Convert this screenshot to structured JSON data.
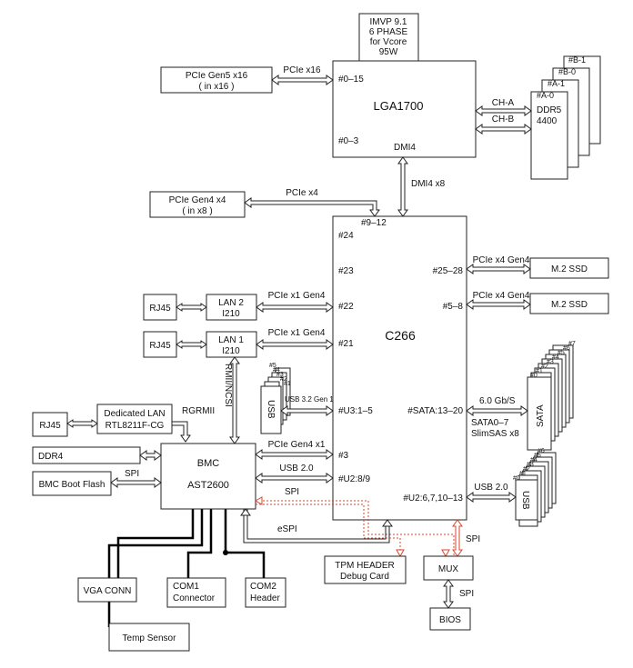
{
  "imvp": {
    "l1": "IMVP 9.1",
    "l2": "6 PHASE",
    "l3": "for Vcore",
    "l4": "95W"
  },
  "cpu": {
    "name": "LGA1700",
    "p1": "#0–15",
    "p2": "#0–3",
    "dmi_label": "DMI4"
  },
  "pcie5": {
    "l1": "PCIe Gen5 x16",
    "l2": "( in x16 )",
    "bus": "PCIe x16"
  },
  "dimms": {
    "labels": [
      "#B-1",
      "#B-0",
      "#A-1",
      "#A-0"
    ],
    "type": "DDR5",
    "speed": "4400",
    "ch_a": "CH-A",
    "ch_b": "CH-B"
  },
  "dmi_link": "DMI4 x8",
  "pcie4": {
    "l1": "PCIe Gen4 x4",
    "l2": "( in x8 )",
    "bus": "PCIe x4"
  },
  "pch": {
    "name": "C266",
    "p_9_12": "#9–12",
    "p24": "#24",
    "p23": "#23",
    "p22": "#22",
    "p21": "#21",
    "p_u3": "#U3:1–5",
    "p_sata": "#SATA:13–20",
    "p3": "#3",
    "p_u2_89": "#U2:8/9",
    "p_25_28": "#25–28",
    "p_5_8": "#5–8",
    "p_u2_6": "#U2:6,7,10–13"
  },
  "m2": [
    {
      "name": "M.2 SSD",
      "bus": "PCIe x4 Gen4"
    },
    {
      "name": "M.2 SSD",
      "bus": "PCIe x4 Gen4"
    }
  ],
  "lan2": {
    "l1": "LAN 2",
    "l2": "I210",
    "rj": "RJ45",
    "bus": "PCIe x1 Gen4"
  },
  "lan1": {
    "l1": "LAN 1",
    "l2": "I210",
    "rj": "RJ45",
    "bus": "PCIe x1 Gen4"
  },
  "usb_rear": {
    "label": "USB",
    "nums": [
      "#5",
      "#4",
      "#3",
      "#2",
      "#1"
    ],
    "bus": "USB 3.2 Gen 1"
  },
  "sata": {
    "label": "SATA",
    "nums": [
      "#7",
      "#6",
      "#5",
      "#4",
      "#3",
      "#2",
      "#1",
      "#0"
    ],
    "rate": "6.0 Gb/S",
    "l2": "SATA0–7",
    "l3": "SlimSAS x8"
  },
  "rmii": "RMII/NCSI",
  "ded_lan": {
    "rj": "RJ45",
    "l1": "Dedicated LAN",
    "l2": "RTL8211F-CG",
    "bus": "RGRMII"
  },
  "bmc": {
    "l1": "BMC",
    "l2": "AST2600"
  },
  "ddr4": "DDR4",
  "bmc_flash": {
    "name": "BMC Boot Flash",
    "bus": "SPI"
  },
  "bmc_links": {
    "pcie": "PCIe Gen4 x1",
    "usb": "USB 2.0",
    "spi": "SPI",
    "espi": "eSPI"
  },
  "usb_front": {
    "label": "USB",
    "nums": [
      "#6",
      "#5",
      "#4",
      "#3",
      "#2",
      "#1",
      "#0"
    ],
    "bus": "USB 2.0"
  },
  "tpm": {
    "l1": "TPM HEADER",
    "l2": "Debug Card"
  },
  "mux": {
    "name": "MUX",
    "spi1": "SPI",
    "spi2": "SPI"
  },
  "bios": "BIOS",
  "vga": "VGA CONN",
  "com1": {
    "l1": "COM1",
    "l2": "Connector"
  },
  "com2": {
    "l1": "COM2",
    "l2": "Header"
  },
  "temp": "Temp Sensor"
}
